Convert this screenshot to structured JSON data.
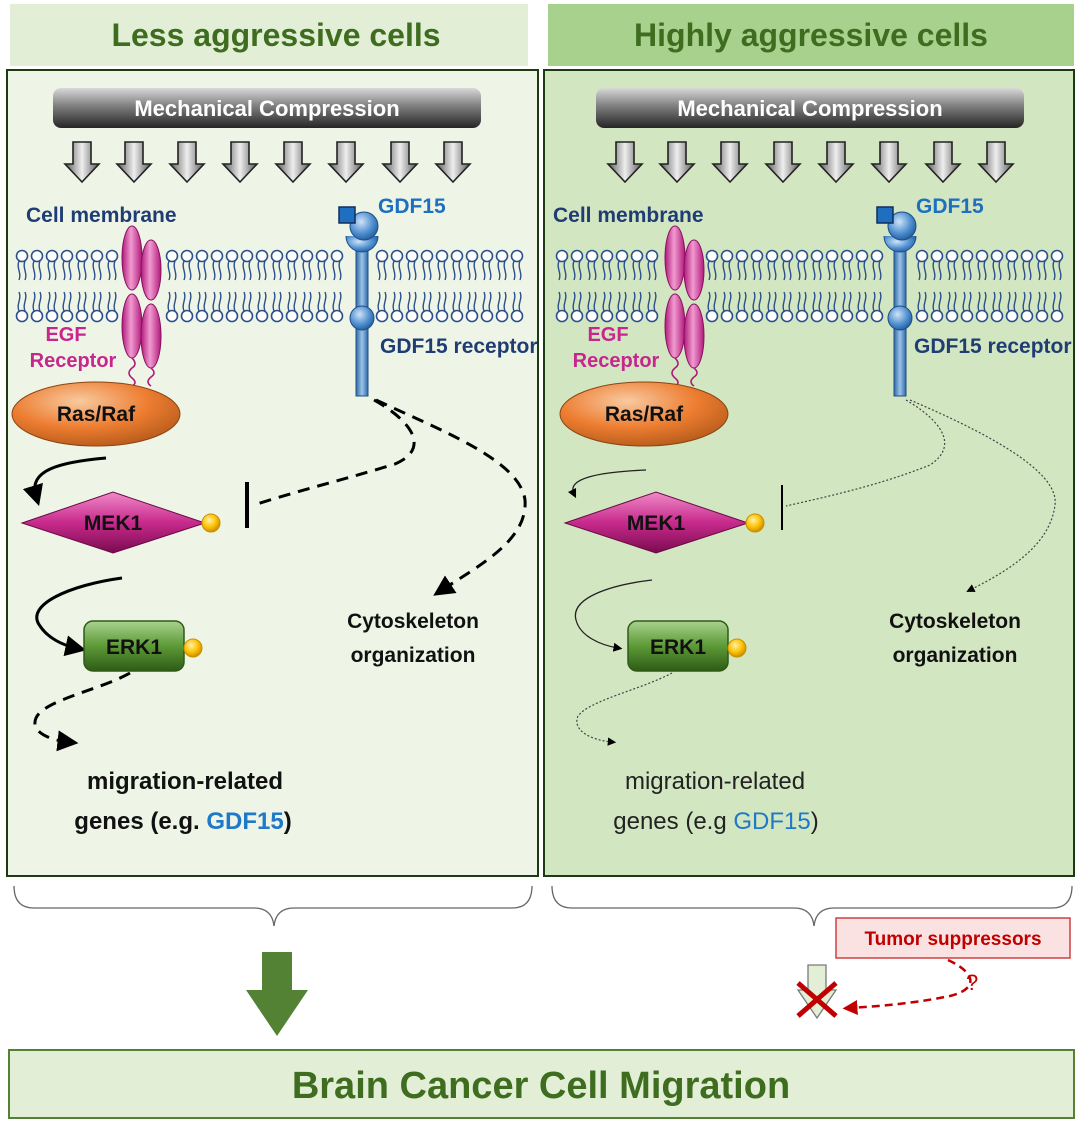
{
  "left": {
    "header": "Less aggressive cells",
    "compression": "Mechanical Compression",
    "membrane_label": "Cell membrane",
    "gdf15": "GDF15",
    "egf_line1": "EGF",
    "egf_line2": "Receptor",
    "gdf15_receptor": "GDF15 receptor",
    "rasraf": "Ras/Raf",
    "mek1": "MEK1",
    "erk1": "ERK1",
    "cyto_line1": "Cytoskeleton",
    "cyto_line2": "organization",
    "mig_line1": "migration-related",
    "mig_line2_pre": "genes (e.g. ",
    "mig_line2_gdf": "GDF15",
    "mig_line2_post": ")"
  },
  "right": {
    "header": "Highly aggressive cells",
    "compression": "Mechanical Compression",
    "membrane_label": "Cell membrane",
    "gdf15": "GDF15",
    "egf_line1": "EGF",
    "egf_line2": "Receptor",
    "gdf15_receptor": "GDF15 receptor",
    "rasraf": "Ras/Raf",
    "mek1": "MEK1",
    "erk1": "ERK1",
    "cyto_line1": "Cytoskeleton",
    "cyto_line2": "organization",
    "mig_line1": "migration-related",
    "mig_line2_pre": "genes (e.g ",
    "mig_line2_gdf": "GDF15",
    "mig_line2_post": ")"
  },
  "tumor_suppressors": "Tumor suppressors",
  "question_mark": "?",
  "bottom_title": "Brain Cancer Cell Migration",
  "colors": {
    "header_bg_left": "#e2eed6",
    "header_bg_right": "#a9d18e",
    "panel_left": "#eef5e7",
    "panel_right": "#d3e6c2",
    "text_green": "#3e6d1f",
    "arrow_green": "#548235",
    "gdf_blue": "#1f6fc0",
    "egf_pink": "#c7268d",
    "suppressor_red": "#c00000"
  },
  "icons": [
    "down-arrow-icon",
    "lipid-bilayer",
    "egf-receptor-icon",
    "gdf15-ligand-icon",
    "gdf15-receptor-icon",
    "phosphate-icon",
    "inhibition-bar-icon",
    "red-x-icon"
  ]
}
